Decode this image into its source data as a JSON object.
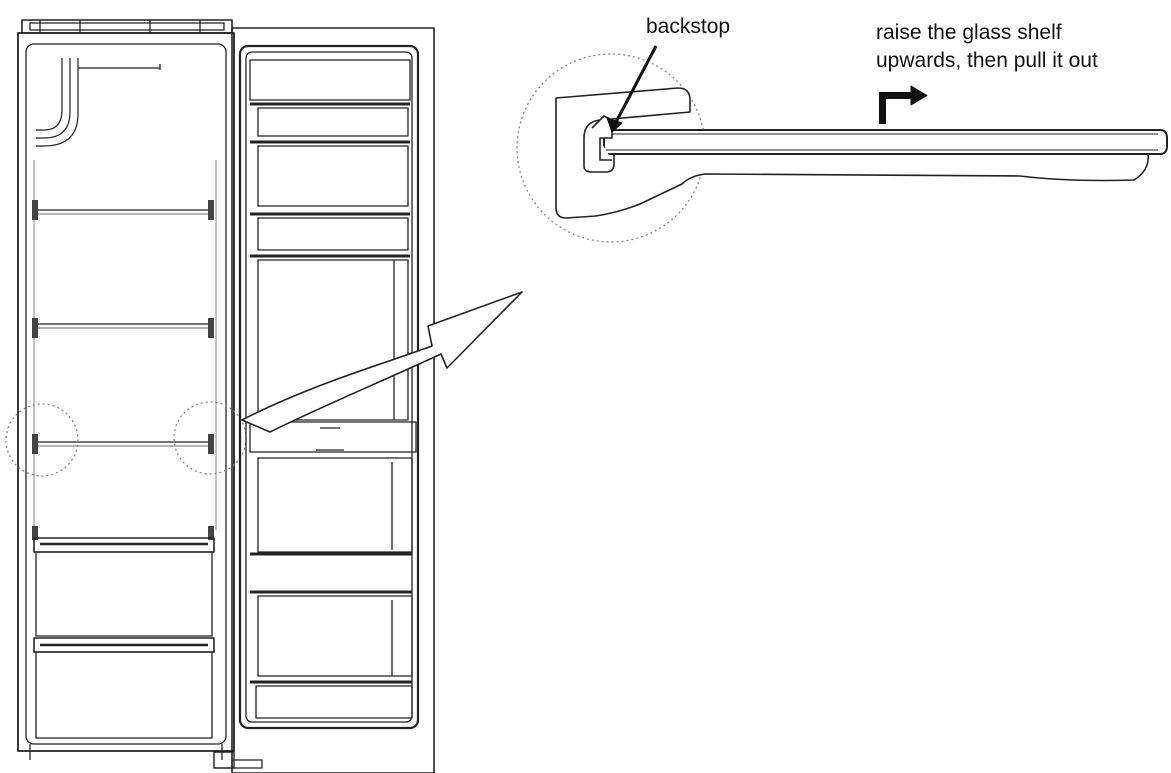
{
  "labels": {
    "backstop": "backstop",
    "instruction_line1": "raise the glass shelf",
    "instruction_line2": "upwards, then pull it out"
  },
  "icons": {
    "move_direction": "up-then-right-arrow-icon",
    "detail_callout": "curved-callout-arrow-icon"
  },
  "colors": {
    "line": "#222222",
    "background": "#ffffff"
  }
}
